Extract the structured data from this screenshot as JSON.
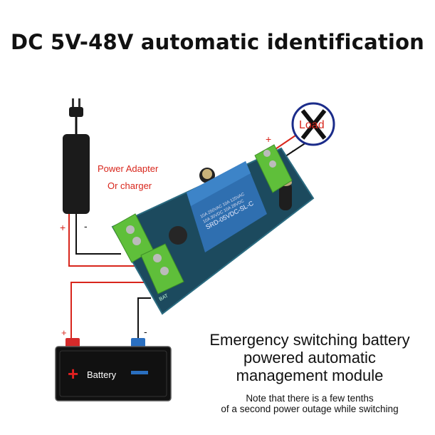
{
  "title": "DC 5V-48V automatic identification",
  "adapter": {
    "label_line1": "Power Adapter",
    "label_line2": "Or charger",
    "plus": "+",
    "minus": "-"
  },
  "load": {
    "label": "Load",
    "plus": "+",
    "minus": "-"
  },
  "battery": {
    "label": "Battery",
    "plus": "+",
    "minus": "-",
    "plus_terminal_color": "#d42a2a",
    "minus_terminal_color": "#2a6fc0"
  },
  "relay": {
    "line1": "10A 250VAC 10A 125VAC",
    "line2": "10A 30VDC 10A 28VDC",
    "model": "SRD-05VDC-SL-C"
  },
  "board_marking": "BAT",
  "description": {
    "lines": [
      "Emergency switching battery",
      "powered automatic",
      "management module"
    ],
    "note_lines": [
      "Note that there is a few tenths",
      "of a second power outage while switching"
    ]
  },
  "colors": {
    "wire_positive": "#d8261c",
    "wire_negative": "#111111",
    "terminal_green": "#5fbf3a",
    "relay_blue": "#2f6fb0",
    "pcb": "#1c4a5e"
  }
}
